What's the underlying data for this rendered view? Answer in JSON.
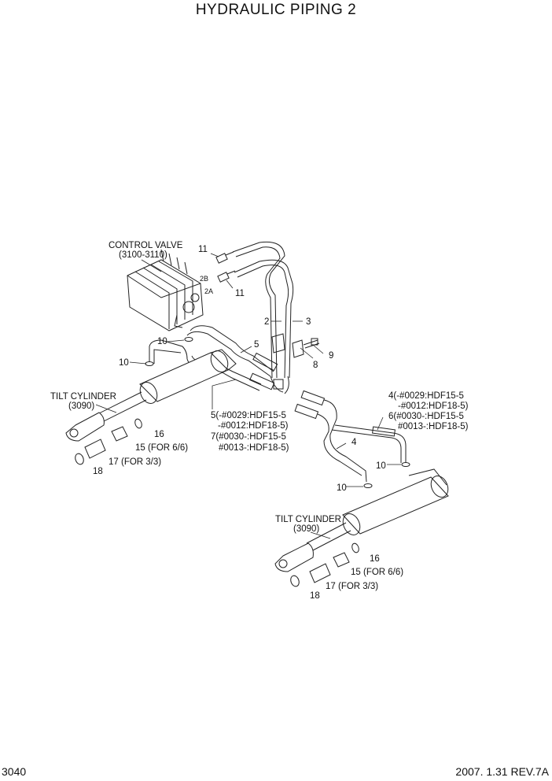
{
  "title": "HYDRAULIC PIPING 2",
  "page_number": "3040",
  "revision": "2007. 1.31  REV.7A",
  "labels": {
    "control_valve": "CONTROL VALVE",
    "control_valve_ref": "(3100-3110)",
    "port_2b": "2B",
    "port_2a": "2A",
    "tilt_cylinder": "TILT CYLINDER",
    "tilt_cylinder_ref": "(3090)",
    "p2": "2",
    "p3": "3",
    "p4": "4",
    "p5": "5",
    "p8": "8",
    "p9": "9",
    "p10": "10",
    "p11": "11",
    "p15": "15 (FOR 6/6)",
    "p16": "16",
    "p17": "17 (FOR 3/3)",
    "p18": "18",
    "note4_6": [
      "4(-#0029:HDF15-5",
      "-#0012:HDF18-5)",
      "6(#0030-:HDF15-5",
      "#0013-:HDF18-5)"
    ],
    "note5_7": [
      "5(-#0029:HDF15-5",
      "-#0012:HDF18-5)",
      "7(#0030-:HDF15-5",
      "#0013-:HDF18-5)"
    ]
  }
}
